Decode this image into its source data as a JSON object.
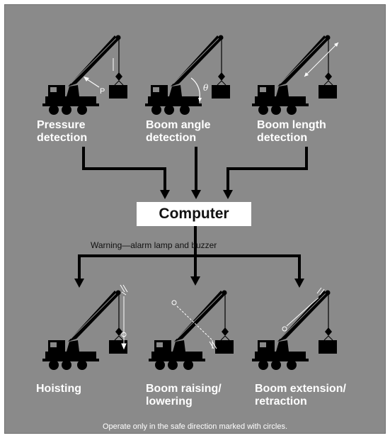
{
  "top_labels": {
    "pressure": "Pressure\ndetection",
    "angle": "Boom angle\ndetection",
    "length": "Boom length\ndetection"
  },
  "computer": "Computer",
  "warning": "Warning—alarm lamp and buzzer",
  "bottom_labels": {
    "hoisting": "Hoisting",
    "raising": "Boom raising/\nlowering",
    "extension": "Boom extension/\nretraction"
  },
  "footer": "Operate only in the safe direction marked with circles.",
  "annotations": {
    "p": "P",
    "theta": "θ"
  },
  "colors": {
    "background": "#8a8a8a",
    "silhouette": "#000000",
    "text": "#ffffff"
  }
}
